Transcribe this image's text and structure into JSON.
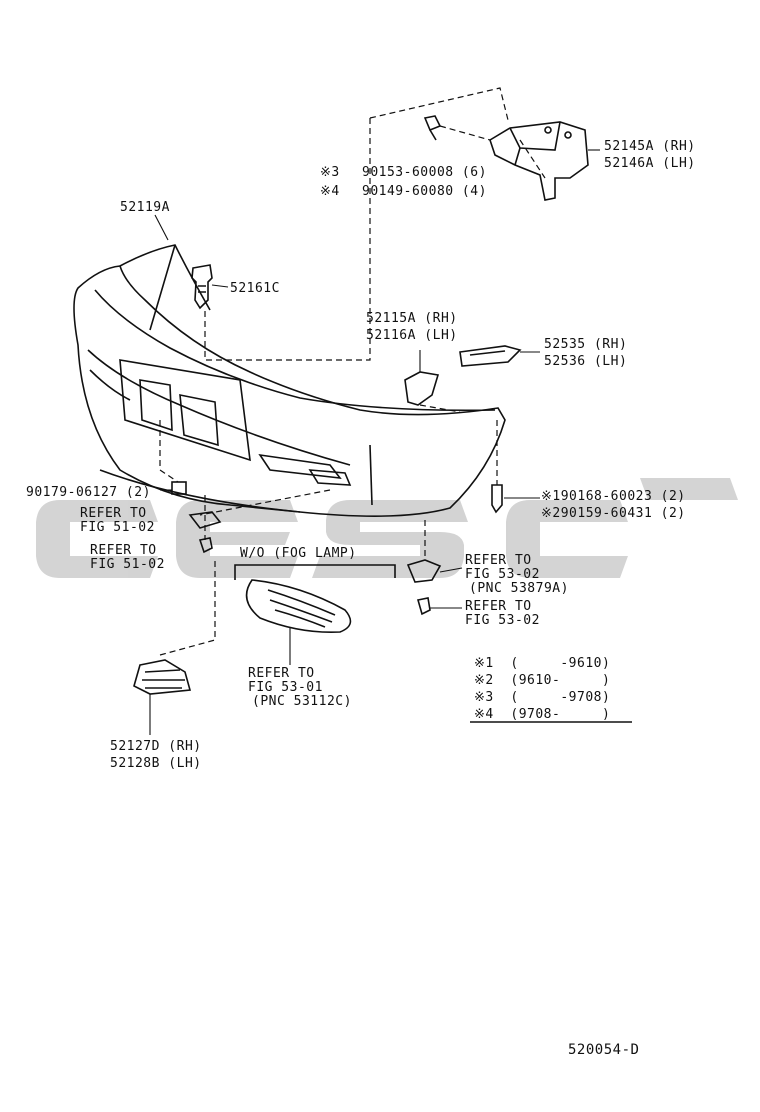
{
  "watermark": {
    "text": "cesc",
    "color": "#c8c8c8"
  },
  "labels": {
    "p52119a": "52119A",
    "p52161c": "52161C",
    "note3": "※3",
    "note4": "※4",
    "bolt1": "90153-60008 (6)",
    "bolt2": "90149-60080 (4)",
    "p52145a": "52145A (RH)",
    "p52146a": "52146A (LH)",
    "p52115a": "52115A (RH)",
    "p52116a": "52116A (LH)",
    "p52535": "52535 (RH)",
    "p52536": "52536 (LH)",
    "p90179": "90179-06127 (2)",
    "refer5102a_1": "REFER TO",
    "refer5102a_2": "FIG 51-02",
    "refer5102b_1": "REFER TO",
    "refer5102b_2": "FIG 51-02",
    "screw1": "※190168-60023 (2)",
    "screw2": "※290159-60431 (2)",
    "fog": "W/O (FOG LAMP)",
    "refer5302a_1": "REFER TO",
    "refer5302a_2": "FIG 53-02",
    "refer5302a_3": "(PNC 53879A)",
    "refer5302b_1": "REFER TO",
    "refer5302b_2": "FIG 53-02",
    "refer5301_1": "REFER TO",
    "refer5301_2": "FIG 53-01",
    "refer5301_3": "(PNC 53112C)",
    "p52127d": "52127D (RH)",
    "p52128b": "52128B (LH)",
    "code": "520054-D"
  },
  "legend": [
    "※1  (     -9610)",
    "※2  (9610-     )",
    "※3  (     -9708)",
    "※4  (9708-     )"
  ]
}
